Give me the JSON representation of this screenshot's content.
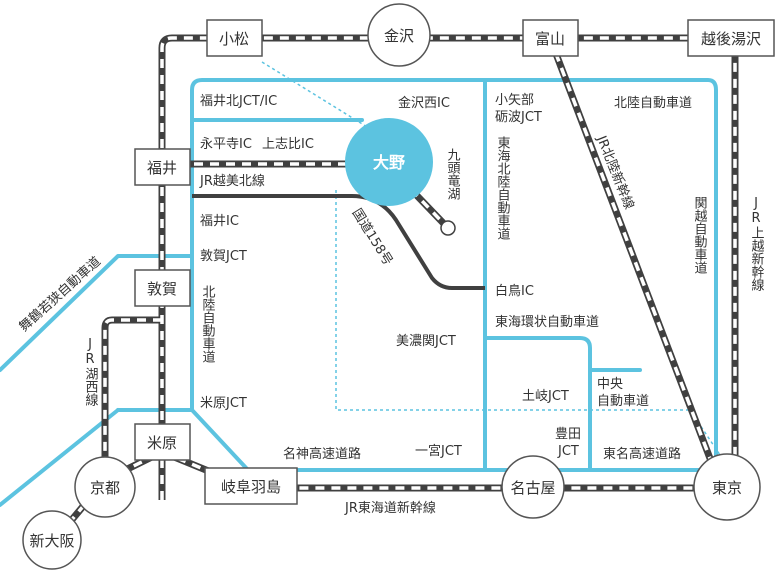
{
  "colors": {
    "highway": "#5cc3e0",
    "rail_dark": "#404040",
    "rail_light": "#ffffff",
    "national_road": "#404040",
    "hub": "#5cc3e0",
    "dashed_route": "#5cc3e0"
  },
  "hub": {
    "name": "大野"
  },
  "stations": {
    "komatsu": "小松",
    "kanazawa": "金沢",
    "toyama": "富山",
    "echigo_yuzawa": "越後湯沢",
    "fukui": "福井",
    "tsuruga": "敦賀",
    "maibara": "米原",
    "gifu_hashima": "岐阜羽島",
    "kyoto": "京都",
    "shin_osaka": "新大阪",
    "nagoya": "名古屋",
    "tokyo": "東京"
  },
  "labels": {
    "fukuikita_jct": "福井北JCT/IC",
    "kanazawa_nishi_ic": "金沢西IC",
    "eiheiji_ic": "永平寺IC",
    "kamishihi_ic": "上志比IC",
    "kuzuryu_lake": "九頭竜湖",
    "jr_etsumihoku": "JR越美北線",
    "fukui_ic": "福井IC",
    "tsuruga_jct": "敦賀JCT",
    "hokuriku_expressway_left": "北陸自動車道",
    "maihara_jct": "米原JCT",
    "national_road_158": "国道158号",
    "oyabe_tonami_jct_1": "小矢部",
    "oyabe_tonami_jct_2": "砺波JCT",
    "tokai_hokuriku_expressway": "東海北陸自動車道",
    "hokuriku_expressway_top": "北陸自動車道",
    "jr_hokuriku_shinkansen": "JR北陸新幹線",
    "kanetsu_expressway": "関越自動車道",
    "jr_joetsu_shinkansen": "JR上越新幹線",
    "shirotori_ic": "白鳥IC",
    "tokai_kanjo_expressway": "東海環状自動車道",
    "minoseki_jct": "美濃関JCT",
    "toki_jct": "土岐JCT",
    "chuo_expressway_1": "中央",
    "chuo_expressway_2": "自動車道",
    "maizuru_wakasa_expressway": "舞鶴若狭自動車道",
    "jr_kosei_line": "JR湖西線",
    "meishin_expressway": "名神高速道路",
    "ichinomiya_jct": "一宮JCT",
    "toyota_jct_1": "豊田",
    "toyota_jct_2": "JCT",
    "tomei_expressway": "東名高速道路",
    "jr_tokaido_shinkansen": "JR東海道新幹線"
  }
}
